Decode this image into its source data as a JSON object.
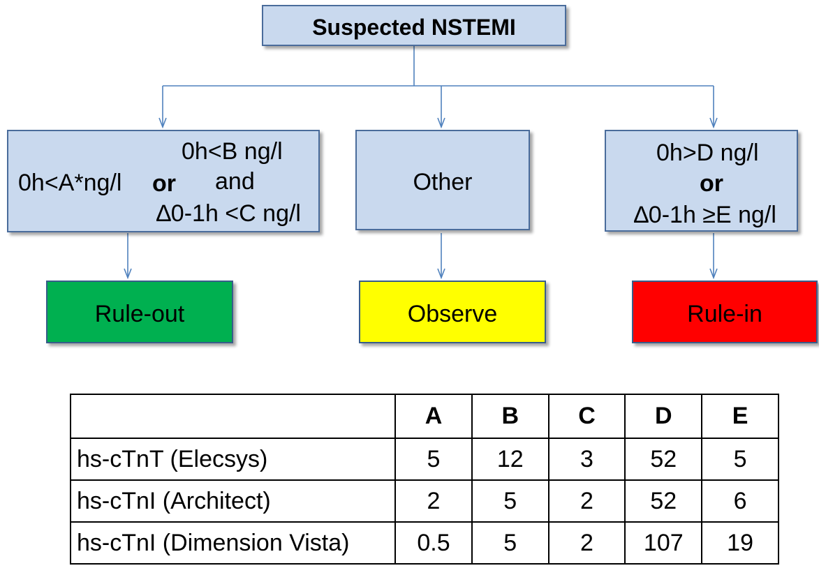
{
  "title": "Suspected NSTEMI",
  "branches": {
    "left": {
      "cond_a": "0h<A*ng/l",
      "or": "or",
      "cond_b": "0h<B ng/l",
      "and": "and",
      "cond_c": "∆0-1h <C ng/l"
    },
    "middle": {
      "label": "Other"
    },
    "right": {
      "cond_d": "0h>D ng/l",
      "or": "or",
      "cond_e": "∆0-1h ≥E ng/l"
    }
  },
  "outcomes": {
    "rule_out": {
      "label": "Rule-out",
      "color": "#00b050"
    },
    "observe": {
      "label": "Observe",
      "color": "#ffff00"
    },
    "rule_in": {
      "label": "Rule-in",
      "color": "#ff0000"
    }
  },
  "colors": {
    "box_fill": "#c9d9ee",
    "box_border": "#4a6c9b",
    "arrow": "#4f81bd"
  },
  "table": {
    "columns": [
      "",
      "A",
      "B",
      "C",
      "D",
      "E"
    ],
    "rows": [
      {
        "name": "hs-cTnT (Elecsys)",
        "values": [
          "5",
          "12",
          "3",
          "52",
          "5"
        ]
      },
      {
        "name": "hs-cTnI (Architect)",
        "values": [
          "2",
          "5",
          "2",
          "52",
          "6"
        ]
      },
      {
        "name": "hs-cTnI (Dimension Vista)",
        "values": [
          "0.5",
          "5",
          "2",
          "107",
          "19"
        ]
      }
    ]
  }
}
